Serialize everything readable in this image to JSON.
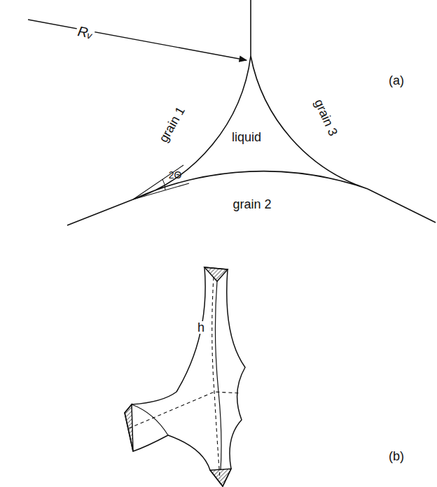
{
  "diagram": {
    "labels": [
      "Rᵥ",
      "(a)",
      "grain 1",
      "liquid",
      "2Θ",
      "grain 3",
      "grain 2",
      "h",
      "(b)"
    ]
  }
}
